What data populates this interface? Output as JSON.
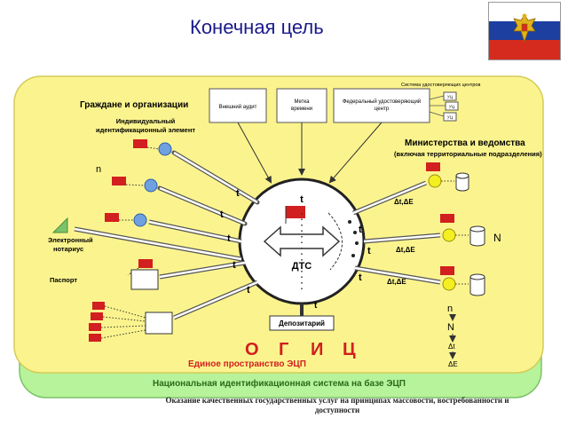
{
  "header": {
    "title": "Конечная цель",
    "emblem": "russian-flag-with-coat-of-arms",
    "colors": {
      "title": "#1a1a8a",
      "panel_back": "#b7f39a",
      "panel_front": "#fbf48e",
      "arrow_red": "#d21f1f"
    }
  },
  "diagram": {
    "cert_system_label": "Система удостоверяющих центров",
    "top_boxes": [
      "Внешний аудит",
      "Метка времени",
      "Федеральный удостоверяющий центр"
    ],
    "uc_labels": [
      "УЦ",
      "УЦ",
      "УЦ"
    ],
    "left_title": "Граждане и организации",
    "left_subtitle_1": "Индивидуальный",
    "left_subtitle_2": "идентификационный элемент",
    "left_n": "n",
    "notary_1": "Электронный",
    "notary_2": "нотариус",
    "passport": "Паспорт",
    "right_title": "Министерства и ведомства",
    "right_subtitle": "(включая территориальные подразделения)",
    "right_N": "N",
    "center_label": "ДТС",
    "depository": "Депозитарий",
    "t": "t",
    "dt_de": "Δt,ΔE",
    "ogic": [
      "О",
      "Г",
      "И",
      "Ц"
    ],
    "unified_space": "Единое пространство ЭЦП",
    "national_system": "Национальная идентификационная система на базе ЭЦП",
    "legend": [
      "n",
      "N",
      "Δt",
      "ΔE"
    ]
  },
  "footer": {
    "line1": "Оказание качественных государственных услуг на принципах массовости, востребованности и",
    "line2": "доступности"
  }
}
